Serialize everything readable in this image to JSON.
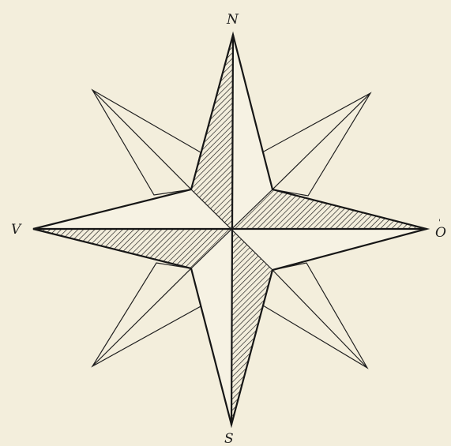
{
  "compass": {
    "north_label": "N",
    "south_label": "S",
    "west_label": "V",
    "east_label": "O"
  },
  "colors": {
    "paper": "#f3eedc",
    "ink": "#161616"
  }
}
